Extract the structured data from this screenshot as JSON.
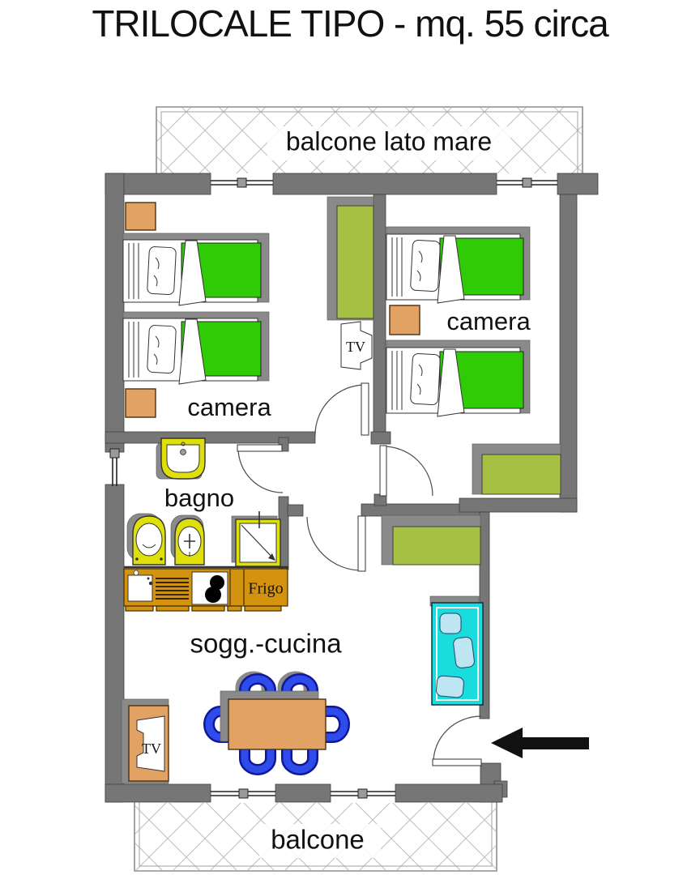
{
  "title": "TRILOCALE TIPO - mq. 55 circa",
  "rooms": {
    "balcony_top": "balcone lato mare",
    "balcony_bottom": "balcone",
    "bedroom_left": "camera",
    "bedroom_right": "camera",
    "bathroom": "bagno",
    "living_kitchen": "sogg.-cucina"
  },
  "appliances": {
    "fridge": "Frigo",
    "tv_bedroom": "TV",
    "tv_living": "TV"
  },
  "colors": {
    "wall": "#767676",
    "green": "#2FCC05",
    "olive": "#A6C043",
    "tan": "#E2A264",
    "amber": "#D3930F",
    "yellow": "#DFE00A",
    "cyan": "#19DCDC",
    "cushion": "#BEE6F2",
    "chair": "#2E4BEB",
    "shadow": "#8A8A8A",
    "hatch": "#BDBDBD",
    "arrowc": "#111111"
  }
}
